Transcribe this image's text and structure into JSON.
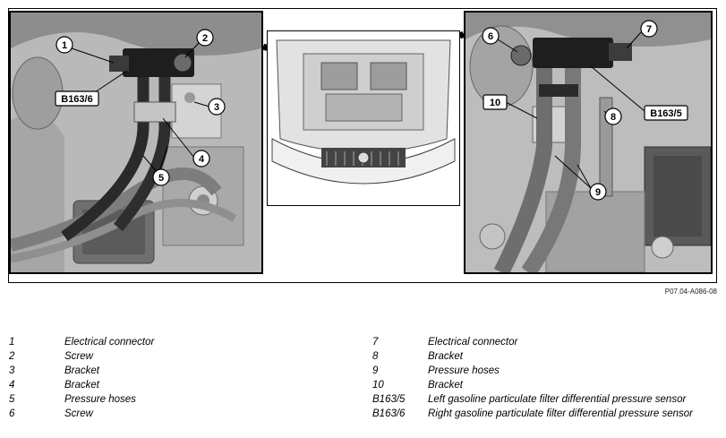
{
  "figure_ref": "P07.04-A086-08",
  "callouts": {
    "c1": "1",
    "c2": "2",
    "c3": "3",
    "c4": "4",
    "c5": "5",
    "c6": "6",
    "c7": "7",
    "c8": "8",
    "c9": "9",
    "c10": "10",
    "b163_5": "B163/5",
    "b163_6": "B163/6"
  },
  "legend_left": [
    {
      "num": "1",
      "desc": "Electrical connector"
    },
    {
      "num": "2",
      "desc": "Screw"
    },
    {
      "num": "3",
      "desc": "Bracket"
    },
    {
      "num": "4",
      "desc": "Bracket"
    },
    {
      "num": "5",
      "desc": "Pressure hoses"
    },
    {
      "num": "6",
      "desc": "Screw"
    }
  ],
  "legend_right": [
    {
      "num": "7",
      "desc": "Electrical connector"
    },
    {
      "num": "8",
      "desc": "Bracket"
    },
    {
      "num": "9",
      "desc": "Pressure hoses"
    },
    {
      "num": "10",
      "desc": "Bracket"
    },
    {
      "num": "B163/5",
      "desc": "Left gasoline particulate filter differential pressure sensor"
    },
    {
      "num": "B163/6",
      "desc": "Right gasoline particulate filter differential pressure sensor"
    }
  ],
  "colors": {
    "engine_light": "#c8c8c8",
    "engine_mid": "#9a9a9a",
    "engine_dark": "#5a5a5a",
    "sensor": "#1e1e1e"
  }
}
